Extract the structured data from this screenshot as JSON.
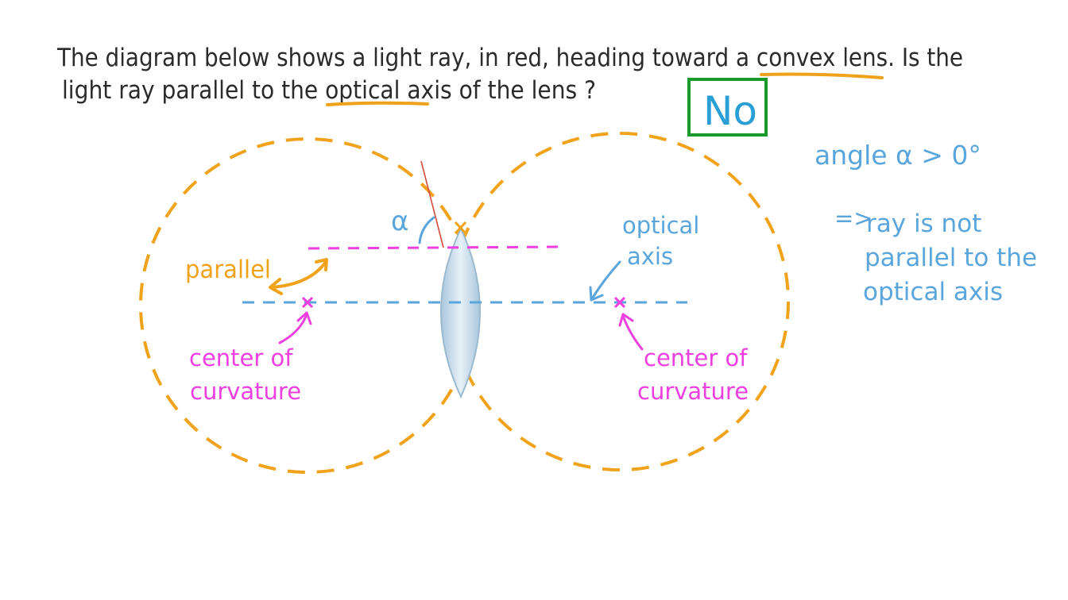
{
  "question": {
    "line1": "The diagram below shows a light ray, in red, heading toward a convex lens.  Is the",
    "line2": "light ray parallel to the optical axis of the lens ?"
  },
  "answer": "No",
  "labels": {
    "alpha": "α",
    "parallel": "parallel",
    "optical_axis_line1": "optical",
    "optical_axis_line2": "axis",
    "center_left_line1": "center of",
    "center_left_line2": "curvature",
    "center_right_line1": "center of",
    "center_right_line2": "curvature"
  },
  "reasoning": {
    "angle": "angle α > 0°",
    "arrow": "=>",
    "line1": "ray is not",
    "line2": "parallel to the",
    "line3": "optical axis"
  },
  "colors": {
    "ink": "#2b2b2b",
    "orange": "#f0a21b",
    "magenta": "#ee3fe0",
    "blue": "#5aa6dc",
    "green": "#1a9a2a",
    "red": "#d44a3a",
    "lens_fill": "#c5dbea"
  }
}
